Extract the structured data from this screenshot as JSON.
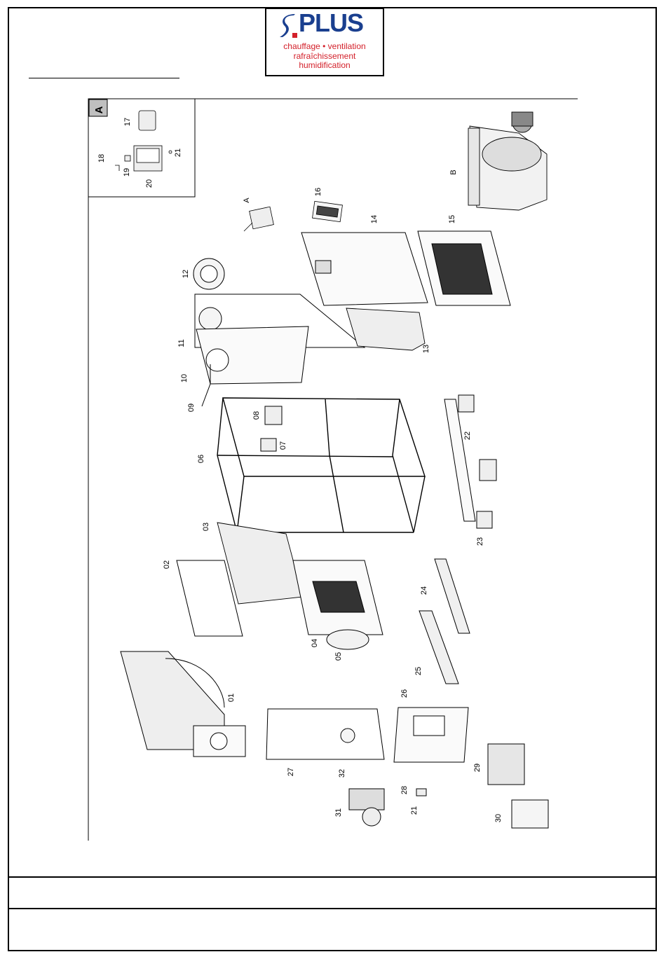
{
  "brand": {
    "name": "PLUS",
    "tagline_1": "chauffage • ventilation",
    "tagline_2": "rafraîchissement",
    "tagline_3": "humidification",
    "colors": {
      "blue": "#1a3f8f",
      "red": "#d3202a"
    }
  },
  "detail": {
    "tag": "A"
  },
  "parts": {
    "p01": "01",
    "p02": "02",
    "p03": "03",
    "p04": "04",
    "p05": "05",
    "p06": "06",
    "p07": "07",
    "p08": "08",
    "p09": "09",
    "p10": "10",
    "p11": "11",
    "p12": "12",
    "p13": "13",
    "p14": "14",
    "p15": "15",
    "p16": "16",
    "p17": "17",
    "p18": "18",
    "p19": "19",
    "p20": "20",
    "p21a": "21",
    "p21b": "21",
    "p22": "22",
    "p23": "23",
    "p24": "24",
    "p25": "25",
    "p26": "26",
    "p27": "27",
    "p28": "28",
    "p29": "29",
    "p30": "30",
    "p31": "31",
    "p32": "32",
    "pA": "A",
    "pB": "B"
  },
  "footer": {
    "row1": "",
    "row2": ""
  }
}
